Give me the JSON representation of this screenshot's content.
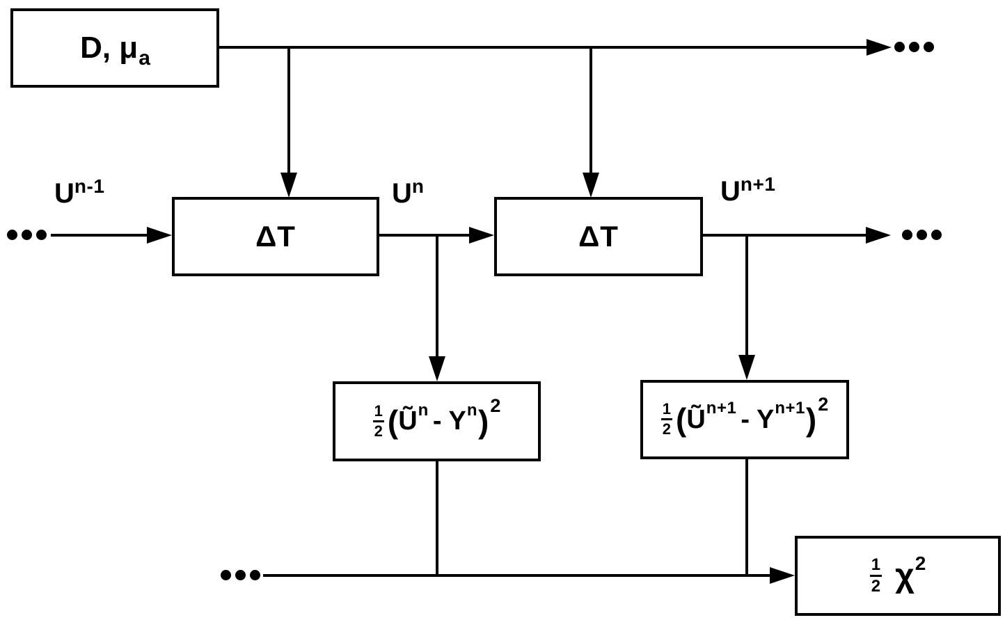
{
  "canvas": {
    "background": "#ffffff",
    "line_color": "#000000"
  },
  "boxes": {
    "params": {
      "text_main": "D, μ",
      "text_sub": "a"
    },
    "timestep_1": {
      "label": "ΔT"
    },
    "timestep_2": {
      "label": "ΔT"
    },
    "cost_n": {
      "frac_num": "1",
      "frac_den": "2",
      "open_paren": "(",
      "u": "Ũ",
      "u_sup": "n",
      "minus": "-",
      "y": "Y",
      "y_sup": "n",
      "close_paren": ")",
      "exponent": "2"
    },
    "cost_n1": {
      "frac_num": "1",
      "frac_den": "2",
      "open_paren": "(",
      "u": "Ũ",
      "u_sup": "n+1",
      "minus": "-",
      "y": "Y",
      "y_sup": "n+1",
      "close_paren": ")",
      "exponent": "2"
    },
    "total_cost": {
      "frac_num": "1",
      "frac_den": "2",
      "symbol": "χ",
      "exponent": "2"
    }
  },
  "labels": {
    "u_prev": {
      "base": "U",
      "sup": "n-1"
    },
    "u_curr": {
      "base": "U",
      "sup": "n"
    },
    "u_next": {
      "base": "U",
      "sup": "n+1"
    }
  },
  "icons": {
    "ellipsis": "•••"
  }
}
